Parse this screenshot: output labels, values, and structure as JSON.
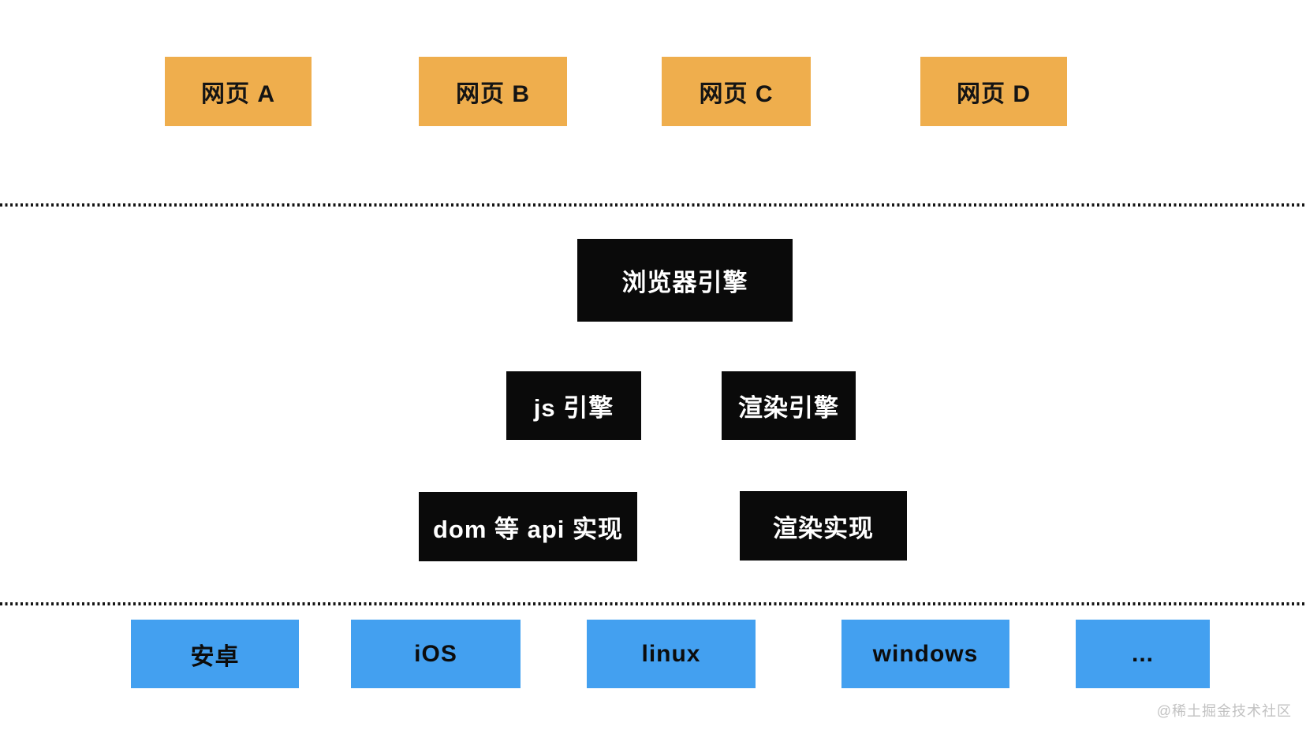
{
  "diagram": {
    "web_pages": {
      "items": [
        {
          "label": "网页 A"
        },
        {
          "label": "网页 B"
        },
        {
          "label": "网页 C"
        },
        {
          "label": "网页 D"
        }
      ]
    },
    "browser_engine": {
      "label": "浏览器引擎"
    },
    "engines": {
      "items": [
        {
          "label": "js 引擎"
        },
        {
          "label": "渲染引擎"
        }
      ]
    },
    "implementations": {
      "items": [
        {
          "label": "dom 等 api 实现"
        },
        {
          "label": "渲染实现"
        }
      ]
    },
    "os_layer": {
      "items": [
        {
          "label": "安卓"
        },
        {
          "label": "iOS"
        },
        {
          "label": "linux"
        },
        {
          "label": "windows"
        },
        {
          "label": "..."
        }
      ]
    },
    "watermark": "@稀土掘金技术社区",
    "colors": {
      "web_page_fill": "#efae4d",
      "engine_fill": "#0a0a0a",
      "engine_text": "#ffffff",
      "os_fill": "#43a0f0",
      "box_text": "#141414",
      "separator": "#151515",
      "watermark_text": "#c2c2c2"
    }
  }
}
